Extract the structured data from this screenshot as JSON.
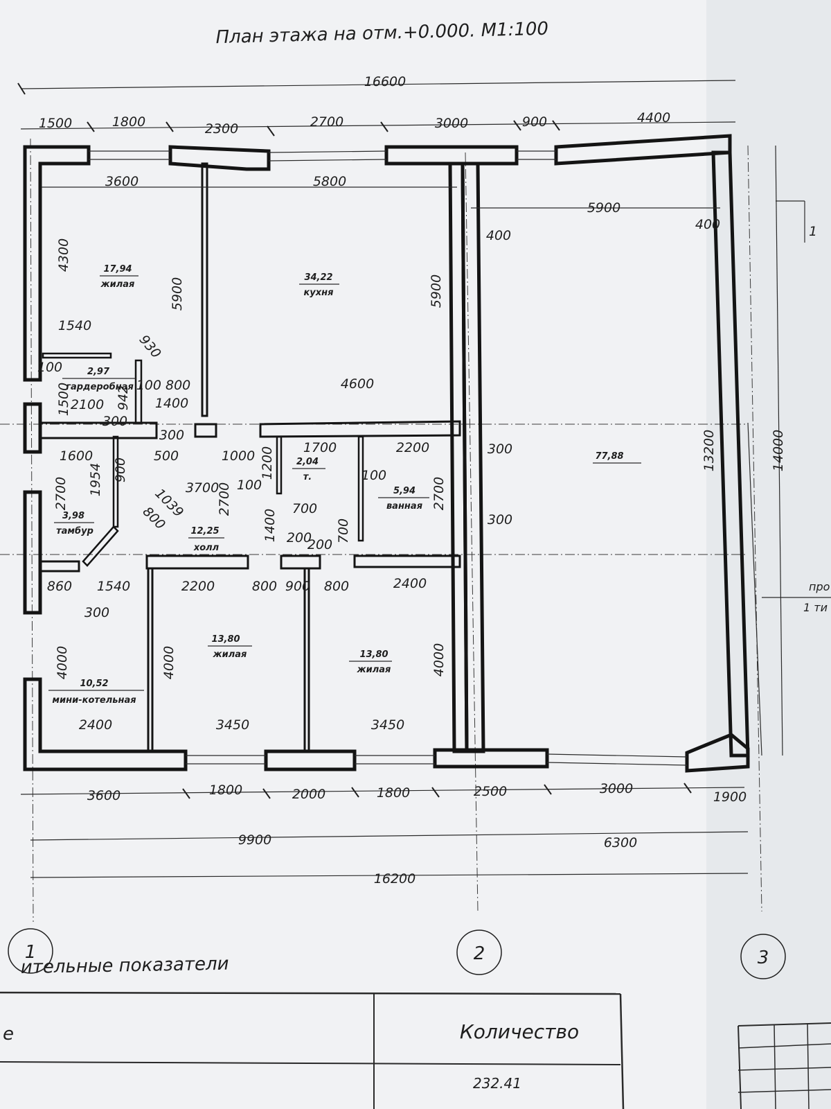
{
  "title": "План этажа на отм.+0.000. М1:100",
  "dimensions": {
    "overall_top": "16600",
    "top_row": [
      "1500",
      "1800",
      "2300",
      "2700",
      "3000",
      "900",
      "4400"
    ],
    "inner_top": [
      "3600",
      "5800",
      "5900"
    ],
    "bottom_row": [
      "3600",
      "1800",
      "2000",
      "1800",
      "2500",
      "3000",
      "1900"
    ],
    "bottom_mid": [
      "9900",
      "6300"
    ],
    "overall_bottom": "16200",
    "right_vertical": [
      "13200",
      "14000"
    ],
    "interior": {
      "d4300": "4300",
      "d5900a": "5900",
      "d5900b": "5900",
      "d1540a": "1540",
      "d930": "930",
      "d100a": "100",
      "d1500": "1500",
      "d2100": "2100",
      "d942": "942",
      "d100800": "100 800",
      "d1400a": "1400",
      "d300a": "300",
      "d300b": "300",
      "d4600": "4600",
      "d400a": "400",
      "d400b": "400",
      "d1600": "1600",
      "d500": "500",
      "d1000": "1000",
      "d1200": "1200",
      "d1700": "1700",
      "d2200a": "2200",
      "d300c": "300",
      "d300d": "300",
      "d1954": "1954",
      "d900a": "900",
      "d3700": "3700",
      "d2700a": "2700",
      "d100b": "100",
      "d100c": "100",
      "d2700b": "2700",
      "d2700c": "2700",
      "d1039": "1039",
      "d800a": "800",
      "d700a": "700",
      "d1400b": "1400",
      "d700b": "700",
      "d200a": "200",
      "d200b": "200",
      "d860": "860",
      "d1540b": "1540",
      "d2200b": "2200",
      "d800b": "800",
      "d900b": "900",
      "d800c": "800",
      "d2400a": "2400",
      "d300e": "300",
      "d4000a": "4000",
      "d4000b": "4000",
      "d4000c": "4000",
      "d2400b": "2400",
      "d3450a": "3450",
      "d3450b": "3450",
      "d1": "1"
    }
  },
  "rooms": [
    {
      "area": "17,94",
      "name": "жилая"
    },
    {
      "area": "34,22",
      "name": "кухня"
    },
    {
      "area": "2,97",
      "name": "гардеробная"
    },
    {
      "area": "2,04",
      "name": "т."
    },
    {
      "area": "5,94",
      "name": "ванная"
    },
    {
      "area": "3,98",
      "name": "тамбур"
    },
    {
      "area": "12,25",
      "name": "холл"
    },
    {
      "area": "77,88",
      "name": ""
    },
    {
      "area": "13,80",
      "name": "жилая"
    },
    {
      "area": "13,80",
      "name": "жилая"
    },
    {
      "area": "10,52",
      "name": "мини-котельная"
    }
  ],
  "axes": [
    "1",
    "2",
    "3"
  ],
  "right_edge_text": [
    "про",
    "1 ти"
  ],
  "table": {
    "section_title": "ительные показатели",
    "col1_header": "е",
    "col2_header": "Количество",
    "value": "232.41"
  },
  "colors": {
    "paper": "#f2f3f5",
    "ink": "#141414"
  }
}
